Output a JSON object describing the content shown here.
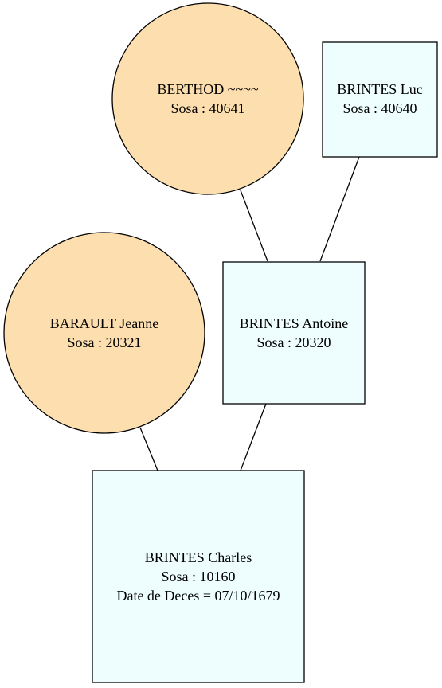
{
  "colors": {
    "female_fill": "#fddeae",
    "male_fill": "#eefefe",
    "stroke": "#000000"
  },
  "nodes": {
    "berthod": {
      "shape": "circle",
      "name": "BERTHOD ~~~~",
      "sosa": "Sosa : 40641"
    },
    "brintes_luc": {
      "shape": "square",
      "name": "BRINTES Luc",
      "sosa": "Sosa : 40640"
    },
    "barault_jeanne": {
      "shape": "circle",
      "name": "BARAULT Jeanne",
      "sosa": "Sosa : 20321"
    },
    "brintes_antoine": {
      "shape": "square",
      "name": "BRINTES Antoine",
      "sosa": "Sosa : 20320"
    },
    "brintes_charles": {
      "shape": "square",
      "name": "BRINTES Charles",
      "sosa": "Sosa : 10160",
      "death": "Date de Deces = 07/10/1679"
    }
  },
  "edges": [
    {
      "from": "berthod",
      "to": "brintes_antoine"
    },
    {
      "from": "brintes_luc",
      "to": "brintes_antoine"
    },
    {
      "from": "barault_jeanne",
      "to": "brintes_charles"
    },
    {
      "from": "brintes_antoine",
      "to": "brintes_charles"
    }
  ]
}
